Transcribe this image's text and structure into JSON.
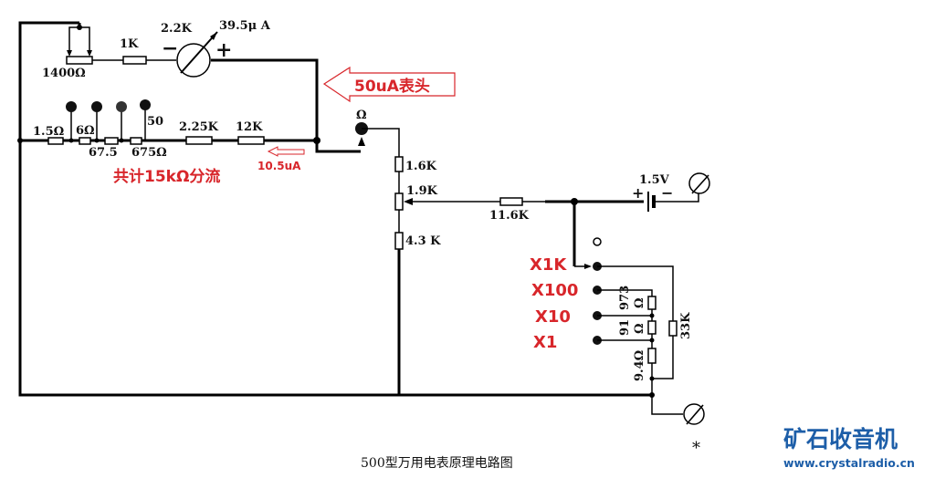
{
  "labels": {
    "pot_1400": "1400Ω",
    "r_1k": "1K",
    "r_2_2k": "2.2K",
    "meter_current": "39.5μ A",
    "meter_minus": "−",
    "meter_plus": "+",
    "r_1_5": "1.5Ω",
    "r_6": "6Ω",
    "r_67_5": "67.5",
    "r_675": "675Ω",
    "r_50": "50",
    "r_2_25k": "2.25K",
    "r_12k": "12K",
    "ohm_symbol": "Ω",
    "r_1_6k": "1.6K",
    "r_1_9k": "1.9K",
    "r_4_3k": "4.3 K",
    "r_11_6k": "11.6K",
    "battery": "1.5V",
    "batt_plus": "+",
    "batt_minus": "−",
    "r_973": "973",
    "r_91": "91",
    "r_9_4": "9.4Ω",
    "omega": "Ω",
    "r_33k": "33K",
    "star": "*"
  },
  "annotations": {
    "meter_head": "50uA表头",
    "current_10_5": "10.5uA",
    "shunt_total": "共计15kΩ分流",
    "range_x1k": "X1K",
    "range_x100": "X100",
    "range_x10": "X10",
    "range_x1": "X1"
  },
  "caption": "500型万用电表原理电路图",
  "watermark": {
    "title": "矿石收音机",
    "url": "www.crystalradio.cn"
  },
  "colors": {
    "annotation": "#d8262b",
    "logo": "#1d5ea8"
  }
}
